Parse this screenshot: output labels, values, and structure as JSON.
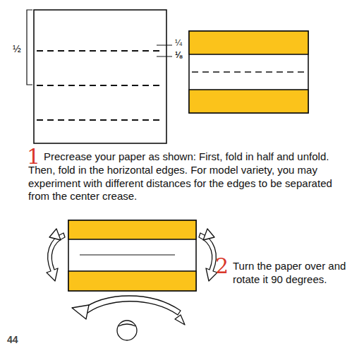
{
  "diagram": {
    "labels": [
      "½",
      "¼",
      "⅛",
      "1",
      "Precrease your paper as shown: First, fold in half and unfold. Then, fold in the horizontal edges. For model variety, you may experiment with different distances for the edges to be separated from the center crease.",
      "2",
      "Turn the paper over and rotate it 90 degrees.",
      "44"
    ]
  }
}
